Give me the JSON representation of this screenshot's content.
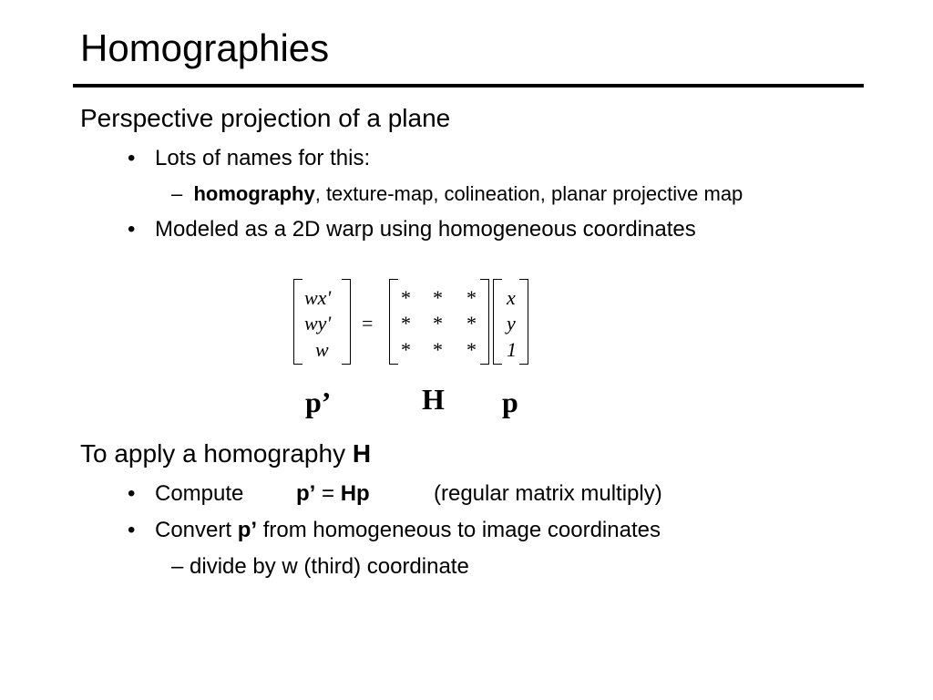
{
  "slide": {
    "title": "Homographies",
    "section1": {
      "heading": "Perspective projection of a plane",
      "bullet1": "Lots of names for this:",
      "sub_dash": "–",
      "sub_bold": "homography",
      "sub_rest": ", texture-map, colineation, planar projective map",
      "bullet2": "Modeled as a 2D warp using homogeneous coordinates"
    },
    "equation": {
      "lhs": [
        "wx'",
        "wy'",
        "w"
      ],
      "equals": "=",
      "matrix": [
        [
          "*",
          "*",
          "*"
        ],
        [
          "*",
          "*",
          "*"
        ],
        [
          "*",
          "*",
          "*"
        ]
      ],
      "rhs": [
        "x",
        "y",
        "1"
      ],
      "labels": {
        "p_prime": "p’",
        "H": "H",
        "p": "p"
      }
    },
    "section2": {
      "heading_text": "To apply a homography ",
      "heading_bold": "H",
      "bullet1_prefix": "Compute",
      "bullet1_p": "p’",
      "bullet1_eq": " = ",
      "bullet1_hp": "Hp",
      "bullet1_note": "(regular matrix multiply)",
      "bullet2_prefix": "Convert ",
      "bullet2_bold": "p’",
      "bullet2_rest": " from homogeneous to image coordinates",
      "sub": "– divide by w (third) coordinate"
    },
    "bullet_glyph": "•"
  }
}
